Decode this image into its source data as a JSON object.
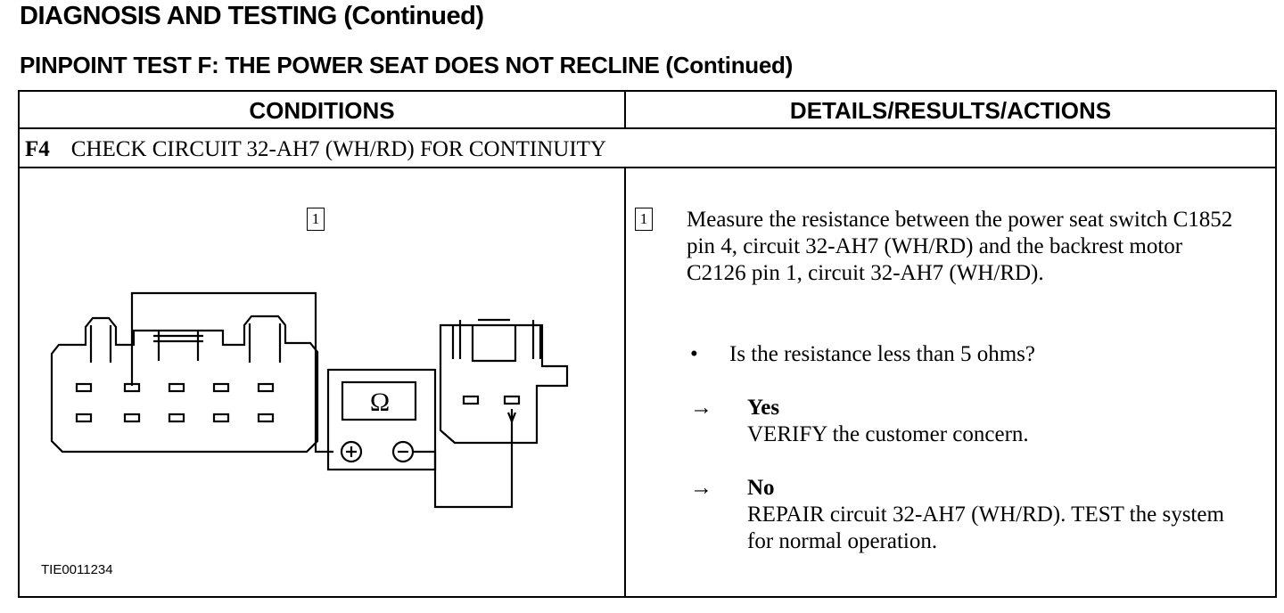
{
  "header": {
    "title": "DIAGNOSIS AND TESTING (Continued)",
    "subtitle": "PINPOINT TEST F: THE POWER SEAT DOES NOT RECLINE (Continued)"
  },
  "table": {
    "col_conditions": "CONDITIONS",
    "col_details": "DETAILS/RESULTS/ACTIONS",
    "step_number": "F4",
    "step_title": "CHECK CIRCUIT 32-AH7 (WH/RD) FOR CONTINUITY"
  },
  "conditions": {
    "callout": "1",
    "meter_symbol": "Ω",
    "caption": "TIE0011234"
  },
  "details": {
    "callout": "1",
    "instruction": "Measure the resistance between the power seat switch C1852 pin 4, circuit 32-AH7 (WH/RD) and the backrest motor C2126 pin 1, circuit 32-AH7 (WH/RD).",
    "bullet": "•",
    "question": "Is the resistance less than 5 ohms?",
    "arrow": "→",
    "yes_label": "Yes",
    "yes_action": "VERIFY the customer concern.",
    "no_label": "No",
    "no_action": "REPAIR circuit 32-AH7 (WH/RD). TEST the system for normal operation."
  }
}
